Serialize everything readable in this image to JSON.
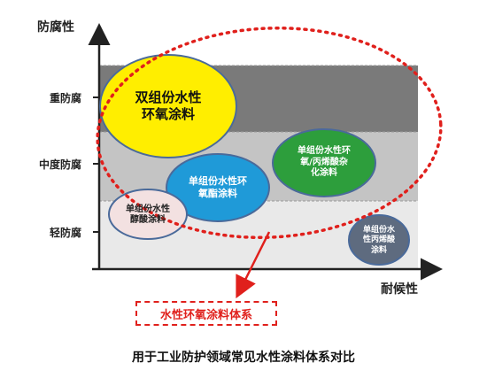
{
  "axes": {
    "y_title": "防腐性",
    "x_title": "耐候性"
  },
  "levels": [
    "重防腐",
    "中度防腐",
    "轻防腐"
  ],
  "bubbles": [
    {
      "line1": "双组份水性",
      "line2": "环氧涂料",
      "color": "#ffee00",
      "text_color": "#111111"
    },
    {
      "line1": "单组份水性环",
      "line2": "氧/丙烯酸杂",
      "line3": "化涂料",
      "color": "#2d9e3c",
      "text_color": "#ffffff"
    },
    {
      "line1": "单组份水性环",
      "line2": "氧酯涂料",
      "color": "#1f9ad8",
      "text_color": "#ffffff"
    },
    {
      "line1": "单组份水性",
      "line2": "醇酸涂料",
      "color": "#f3e1e1",
      "text_color": "#222222"
    },
    {
      "line1": "单组份水",
      "line2": "性丙烯酸",
      "line3": "涂料",
      "color": "#5e6b7f",
      "text_color": "#ffffff"
    }
  ],
  "legend_label": "水性环氧涂料体系",
  "caption": "用于工业防护领域常见水性涂料体系对比",
  "colors": {
    "heavy_band": "#7a7a7a",
    "medium_band": "#c4c4c4",
    "light_band": "#e9e9e9",
    "highlight": "#e0201c"
  }
}
